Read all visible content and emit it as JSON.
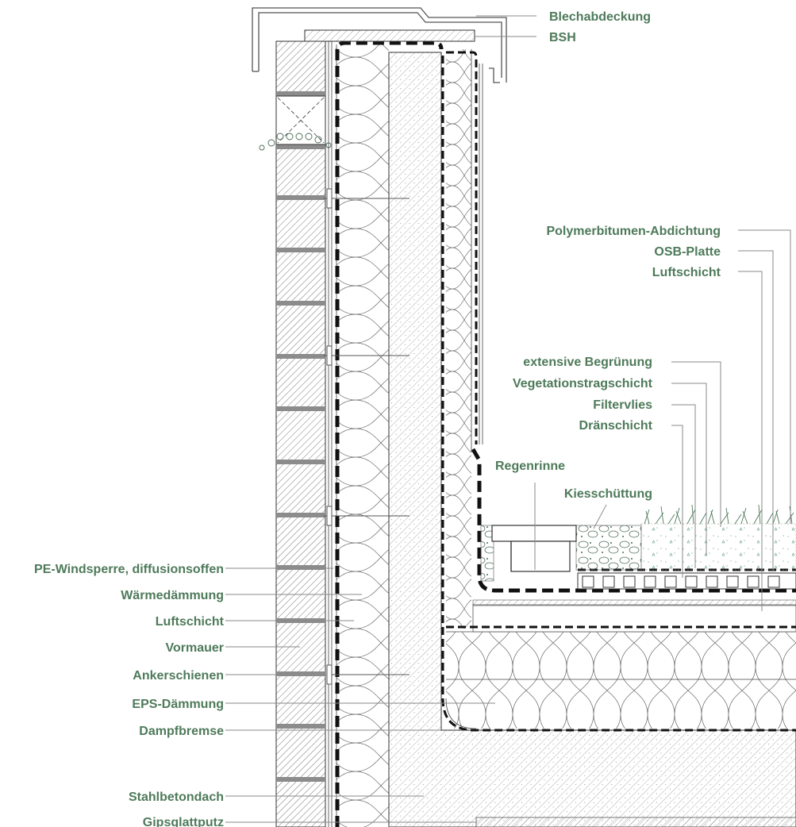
{
  "colors": {
    "label": "#4e7a5a",
    "leader": "#8a8a8a",
    "line": "#333333",
    "membrane": "#111111",
    "mortar": "#8c8c8c"
  },
  "labels": {
    "blechabdeckung": "Blechabdeckung",
    "bsh": "BSH",
    "polymerbitumen": "Polymerbitumen-Abdichtung",
    "osb": "OSB-Platte",
    "luftschicht_roof": "Luftschicht",
    "begruenung": "extensive Begrünung",
    "vegetationstragschicht": "Vegetationstragschicht",
    "filtervlies": "Filtervlies",
    "draenschicht": "Dränschicht",
    "regenrinne": "Regenrinne",
    "kiesschuettung": "Kiesschüttung",
    "pe_windsperre": "PE-Windsperre, diffusionsoffen",
    "waermedaemmung": "Wärmedämmung",
    "luftschicht_wall": "Luftschicht",
    "vormauer": "Vormauer",
    "ankerschienen": "Ankerschienen",
    "eps": "EPS-Dämmung",
    "dampfbremse": "Dampfbremse",
    "stahlbetondach": "Stahlbetondach",
    "gipsglattputz": "Gipsglattputz"
  }
}
